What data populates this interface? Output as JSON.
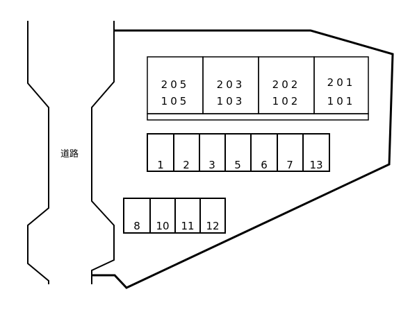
{
  "road": {
    "label": "道路"
  },
  "buildings": [
    {
      "id": "b205",
      "upper": "205",
      "lower": "105"
    },
    {
      "id": "b203",
      "upper": "203",
      "lower": "103"
    },
    {
      "id": "b202",
      "upper": "202",
      "lower": "102"
    },
    {
      "id": "b201",
      "upper": "201",
      "lower": "101"
    }
  ],
  "parking_row_top": [
    "1",
    "2",
    "3",
    "5",
    "6",
    "7",
    "13"
  ],
  "parking_row_bottom": [
    "8",
    "10",
    "11",
    "12"
  ],
  "colors": {
    "line": "#000000",
    "background": "#ffffff"
  }
}
